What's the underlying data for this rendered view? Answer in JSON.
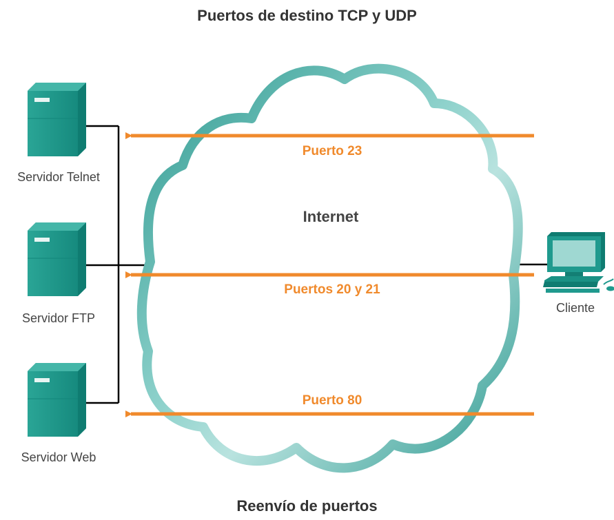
{
  "diagram": {
    "title": "Puertos de destino TCP y UDP",
    "footer": "Reenvío de puertos",
    "cloud_label": "Internet",
    "servers": [
      {
        "label": "Servidor Telnet",
        "icon": "server-icon"
      },
      {
        "label": "Servidor FTP",
        "icon": "server-icon"
      },
      {
        "label": "Servidor Web",
        "icon": "server-icon"
      }
    ],
    "client": {
      "label": "Cliente",
      "icon": "computer-icon"
    },
    "ports": [
      {
        "label": "Puerto 23"
      },
      {
        "label": "Puertos 20 y 21"
      },
      {
        "label": "Puerto 80"
      }
    ],
    "colors": {
      "arrow": "#f08a2c",
      "cloud": "#3aa39b",
      "device": "#1f9a8e",
      "line": "#000000"
    }
  }
}
